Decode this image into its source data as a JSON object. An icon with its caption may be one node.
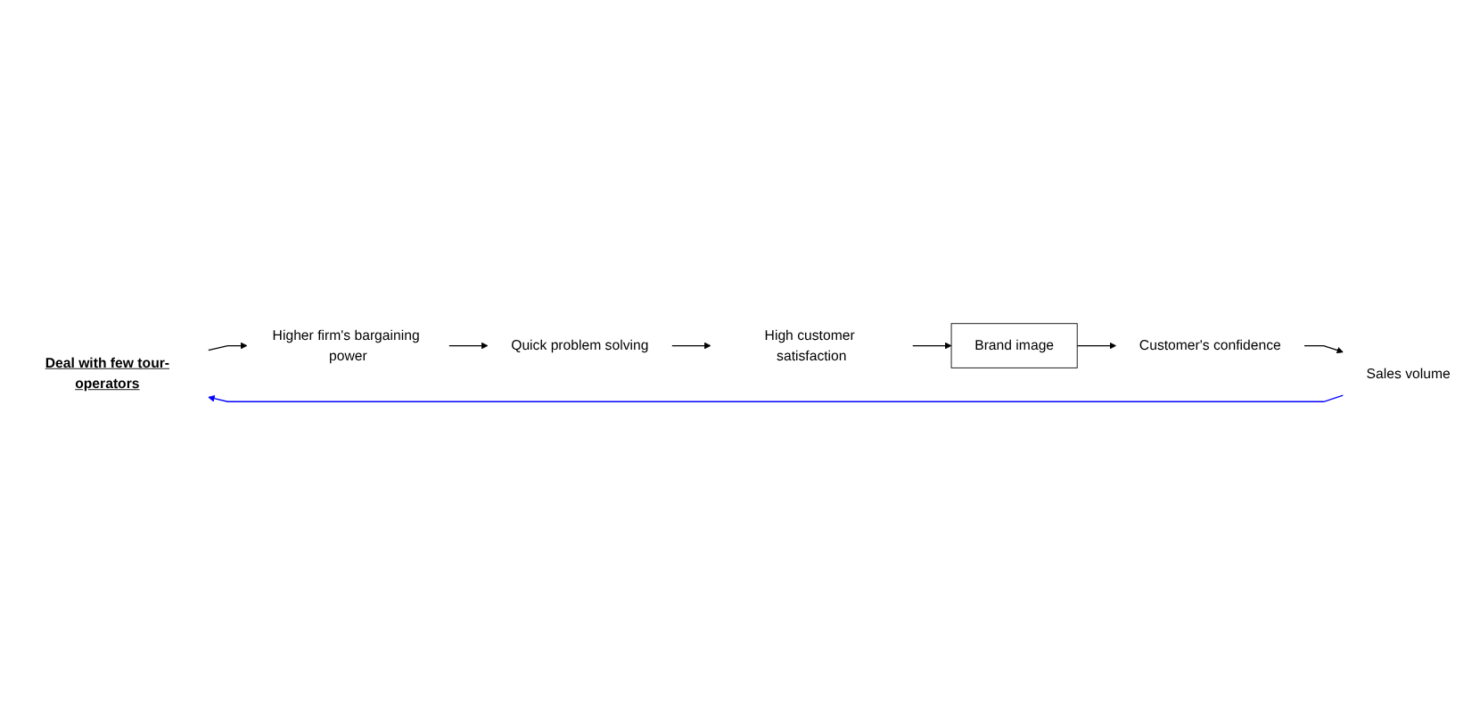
{
  "diagram": {
    "nodes": [
      {
        "text": [
          "Deal with few tour-operators"
        ]
      },
      {
        "text": [
          "Higher firm's bargaining power"
        ]
      },
      {
        "text": [
          "Quick problem solving"
        ]
      },
      {
        "text": [
          "High customer satisfaction"
        ]
      },
      {
        "text": [
          "Brand image"
        ]
      },
      {
        "text": [
          "Customer's confidence"
        ]
      },
      {
        "text": [
          "Sales volume"
        ]
      }
    ],
    "edges": [
      {
        "from": 0,
        "to": 1,
        "arrow": "to"
      },
      {
        "from": 1,
        "to": 2,
        "arrow": "to"
      },
      {
        "from": 2,
        "to": 3,
        "arrow": "to"
      },
      {
        "from": 3,
        "to": 4,
        "arrow": "to"
      },
      {
        "from": 4,
        "to": 5,
        "arrow": "to"
      },
      {
        "from": 5,
        "to": 6,
        "arrow": "to"
      },
      {
        "from": 6,
        "to": 0,
        "arrow": "to",
        "color": "#0000ff"
      }
    ]
  }
}
